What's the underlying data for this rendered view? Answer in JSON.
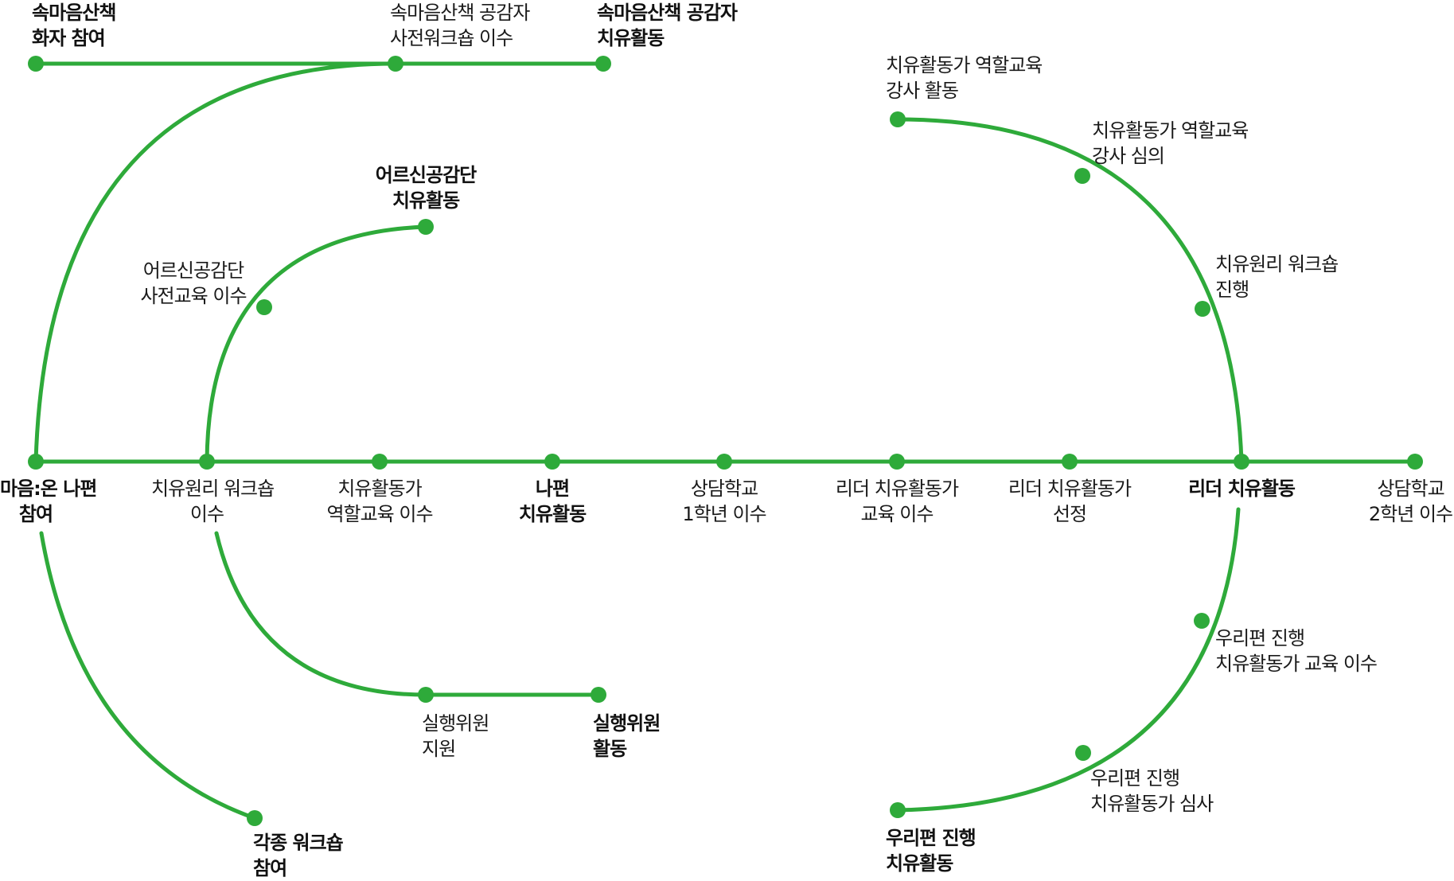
{
  "colors": {
    "line": "#2eaa3a",
    "text": "#1a1a1a"
  },
  "nodes": {
    "main_start": [
      "마음:온 나편",
      "참여"
    ],
    "main_workshop": [
      "치유원리 워크숍",
      "이수"
    ],
    "main_role_edu": [
      "치유활동가",
      "역할교육 이수"
    ],
    "main_napyeon": [
      "나편",
      "치유활동"
    ],
    "main_counsel1": [
      "상담학교",
      "1학년 이수"
    ],
    "main_leader_edu": [
      "리더 치유활동가",
      "교육 이수"
    ],
    "main_leader_select": [
      "리더 치유활동가",
      "선정"
    ],
    "main_leader_act": [
      "리더 치유활동"
    ],
    "main_counsel2": [
      "상담학교",
      "2학년 이수"
    ],
    "walk_participate": [
      "속마음산책",
      "화자 참여"
    ],
    "walk_workshop": [
      "속마음산책 공감자",
      "사전워크숍 이수"
    ],
    "walk_activity": [
      "속마음산책 공감자",
      "치유활동"
    ],
    "elder_edu": [
      "어르신공감단",
      "사전교육 이수"
    ],
    "elder_activity": [
      "어르신공감단",
      "치유활동"
    ],
    "exec_support": [
      "실행위원",
      "지원"
    ],
    "exec_activity": [
      "실행위원",
      "활동"
    ],
    "various_workshop": [
      "각종 워크숍",
      "참여"
    ],
    "role_lecturer": [
      "치유활동가 역할교육",
      "강사 활동"
    ],
    "role_review": [
      "치유활동가 역할교육",
      "강사 심의"
    ],
    "principle_workshop": [
      "치유원리 워크숍",
      "진행"
    ],
    "uri_edu": [
      "우리편 진행",
      "치유활동가 교육 이수"
    ],
    "uri_review": [
      "우리편 진행",
      "치유활동가 심사"
    ],
    "uri_activity": [
      "우리편 진행",
      "치유활동"
    ]
  }
}
